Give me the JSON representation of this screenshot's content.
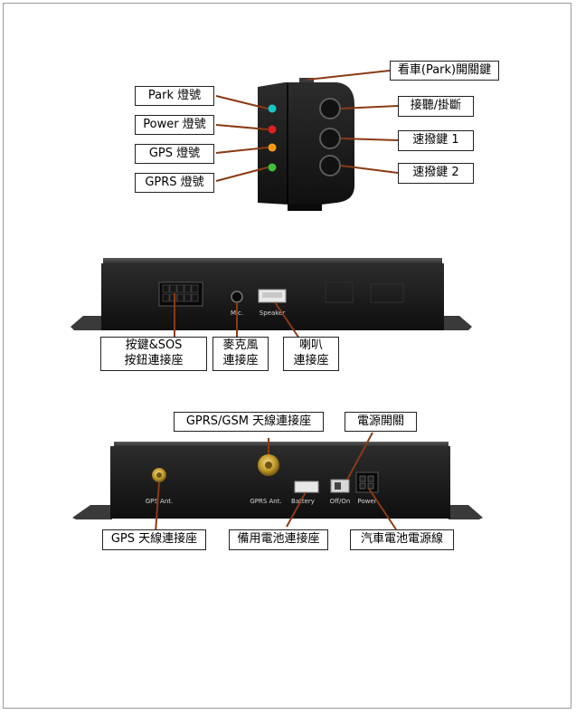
{
  "section1": {
    "labels": {
      "park_led": "Park 燈號",
      "power_led": "Power 燈號",
      "gps_led": "GPS 燈號",
      "gprs_led": "GPRS 燈號",
      "park_switch": "看車(Park)開關鍵",
      "answer_hangup": "接聽/掛斷",
      "speed_dial_1": "速撥鍵 1",
      "speed_dial_2": "速撥鍵 2"
    },
    "led_colors": {
      "park": "#19c7c2",
      "power": "#e0201c",
      "gps": "#ff9a10",
      "gprs": "#3fc13a"
    }
  },
  "section2": {
    "labels": {
      "button_sos_line1": "按鍵&SOS",
      "button_sos_line2": "按鈕連接座",
      "mic_line1": "麥克風",
      "mic_line2": "連接座",
      "speaker_line1": "喇叭",
      "speaker_line2": "連接座"
    },
    "device_text": {
      "mic": "Mic.",
      "speaker": "Speaker"
    }
  },
  "section3": {
    "labels": {
      "gprs_gsm_antenna": "GPRS/GSM 天線連接座",
      "power_switch": "電源開關",
      "gps_antenna": "GPS 天線連接座",
      "backup_battery": "備用電池連接座",
      "car_battery_power": "汽車電池電源線"
    },
    "device_text": {
      "gps_ant": "GPS Ant.",
      "gprs_ant": "GPRS Ant.",
      "battery": "Battery",
      "off_on": "Off/On",
      "power": "Power"
    }
  },
  "colors": {
    "leader_line": "#8a3a14",
    "device_body": "#1c1c1c",
    "label_border": "#222222"
  }
}
